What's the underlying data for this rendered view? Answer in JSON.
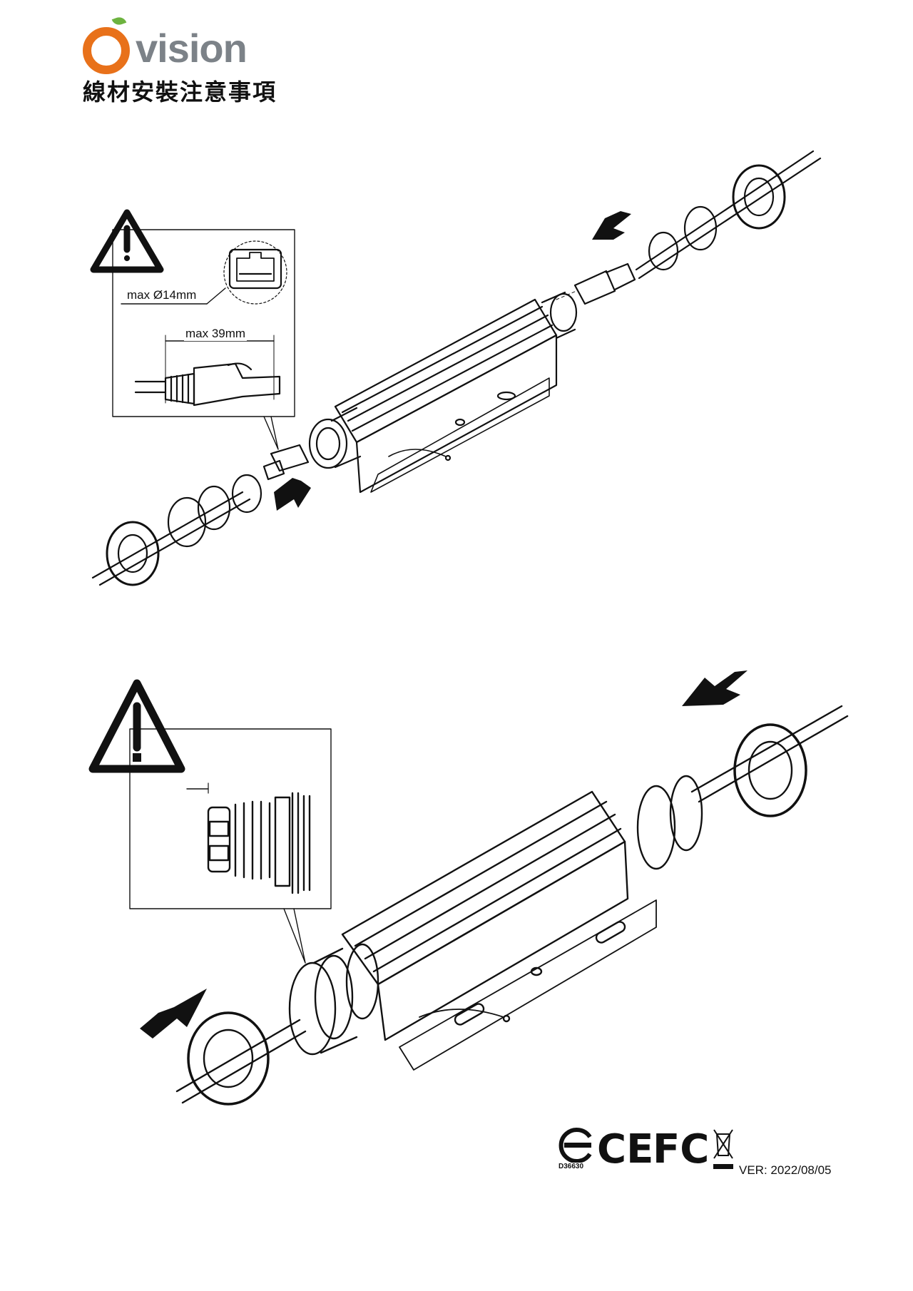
{
  "brand": {
    "mark": "O",
    "name": "vision"
  },
  "title": "線材安裝注意事項",
  "step1": {
    "dim_diameter": "max Ø14mm",
    "dim_length": "max 39mm"
  },
  "footer": {
    "cert_code": "D36630",
    "cert_ce": "CE",
    "cert_fcc": "FC",
    "version": "VER: 2022/08/05"
  },
  "icons": [
    "warning-icon",
    "rj45-port-icon",
    "arrow-icon",
    "weee-bin-icon",
    "bsmi-icon"
  ]
}
